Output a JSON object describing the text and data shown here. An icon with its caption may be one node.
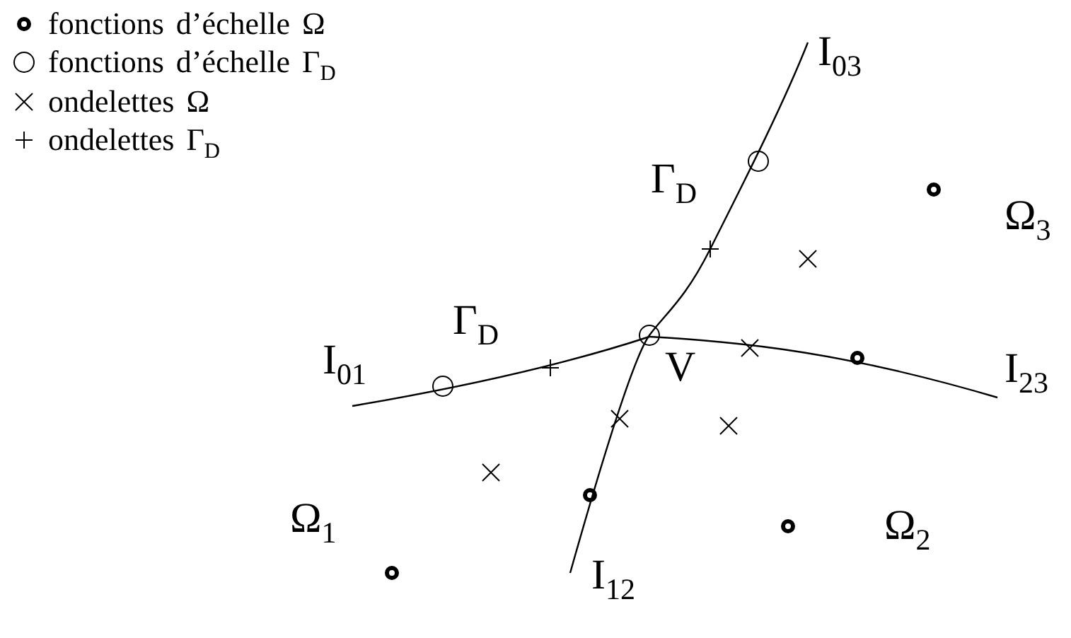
{
  "diagram": {
    "labels": [
      "I$_{03}$",
      "Γ$_{D}$",
      "Ω$_{3}$",
      "Γ$_{D}$",
      "I$_{01}$",
      "V",
      "I$_{23}$",
      "Ω$_{1}$",
      "Ω$_{2}$",
      "I$_{12}$"
    ],
    "legend": [
      {
        "text": "fonctions d’échelle Ω"
      },
      {
        "text": "fonctions d’échelle Γ$_{D}$"
      },
      {
        "text": "ondelettes Ω"
      },
      {
        "text": "ondelettes Γ$_{D}$"
      }
    ]
  }
}
